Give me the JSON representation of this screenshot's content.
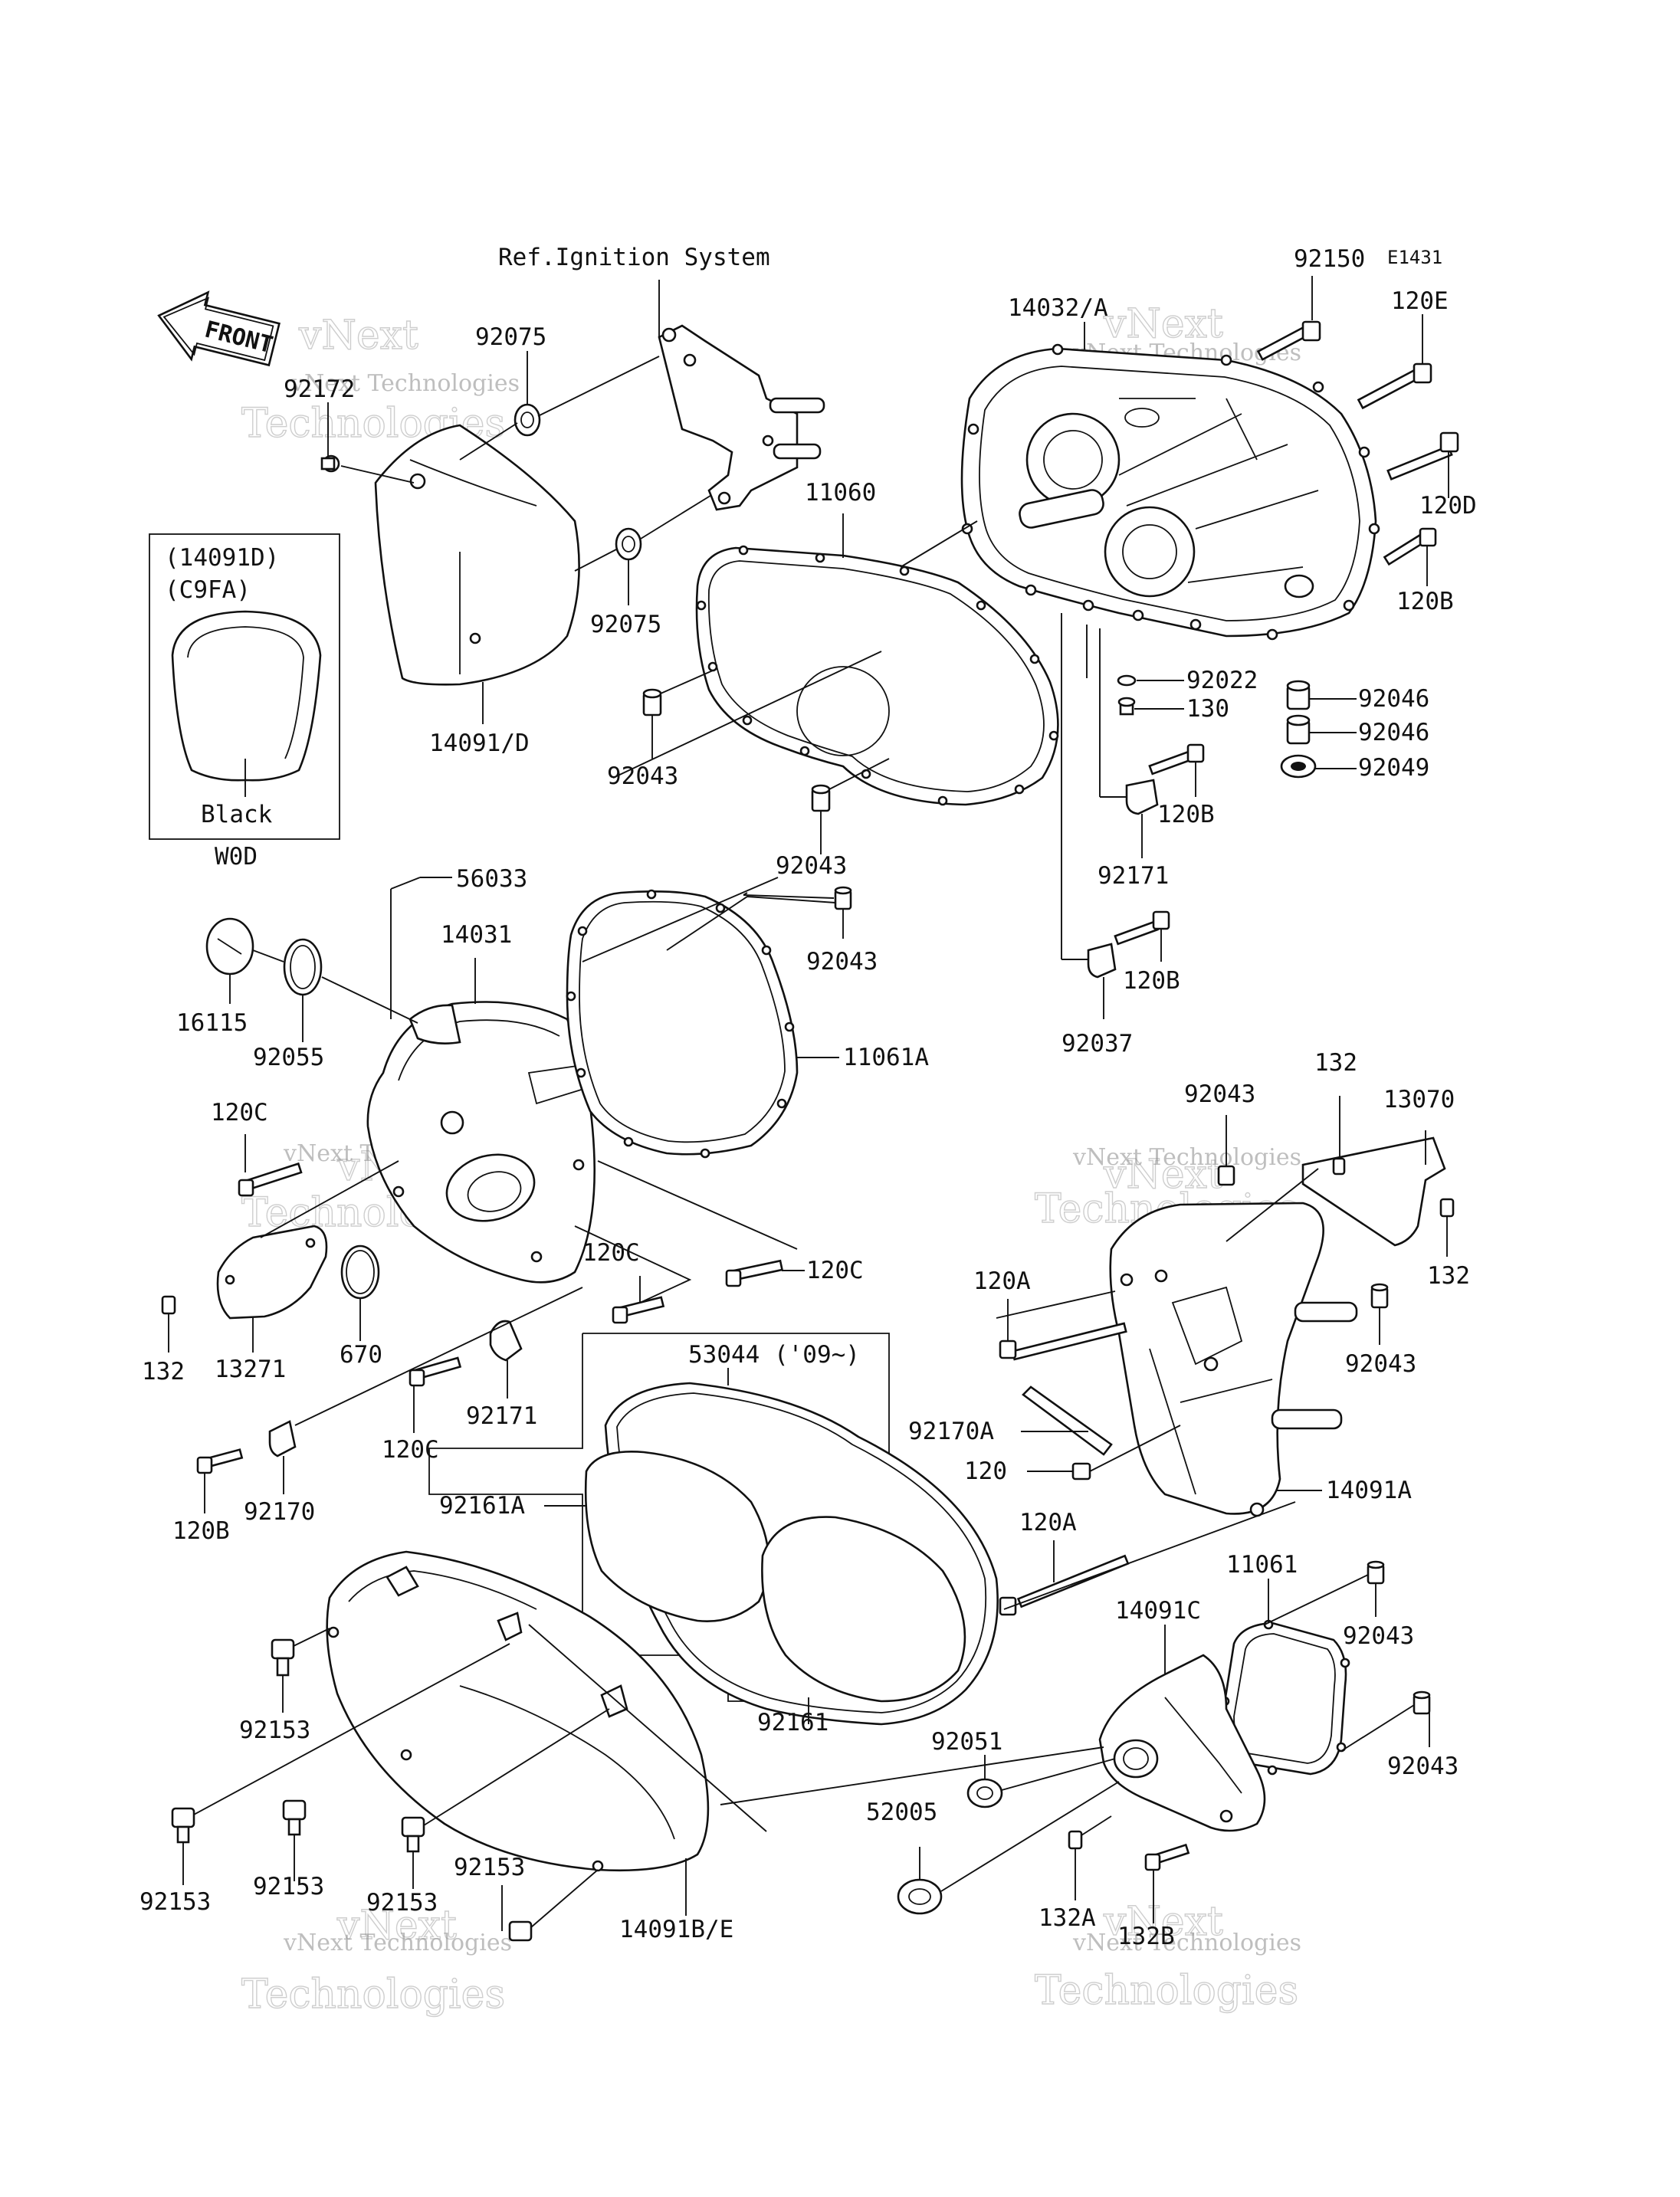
{
  "diagram": {
    "code": "E1431",
    "ref_note": "Ref.Ignition System",
    "front_label": "FRONT",
    "inset": {
      "line1": "(14091D)",
      "line2": "(C9FA)",
      "color_label": "Black",
      "code": "W0D"
    },
    "watermark": {
      "line1": "vNext Technologies",
      "line2": "Technologies",
      "line0": "vNext"
    },
    "labels": [
      {
        "id": "92150",
        "text": "92150"
      },
      {
        "id": "14032A",
        "text": "14032/A"
      },
      {
        "id": "120E",
        "text": "120E"
      },
      {
        "id": "120D",
        "text": "120D"
      },
      {
        "id": "120B_1",
        "text": "120B"
      },
      {
        "id": "92075_1",
        "text": "92075"
      },
      {
        "id": "92172",
        "text": "92172"
      },
      {
        "id": "11060",
        "text": "11060"
      },
      {
        "id": "92075_2",
        "text": "92075"
      },
      {
        "id": "92022",
        "text": "92022"
      },
      {
        "id": "92046_1",
        "text": "92046"
      },
      {
        "id": "130",
        "text": "130"
      },
      {
        "id": "92046_2",
        "text": "92046"
      },
      {
        "id": "92049",
        "text": "92049"
      },
      {
        "id": "14091D",
        "text": "14091/D"
      },
      {
        "id": "92043_1",
        "text": "92043"
      },
      {
        "id": "120B_2",
        "text": "120B"
      },
      {
        "id": "92043_2",
        "text": "92043"
      },
      {
        "id": "92171_1",
        "text": "92171"
      },
      {
        "id": "56033",
        "text": "56033"
      },
      {
        "id": "14031",
        "text": "14031"
      },
      {
        "id": "92043_3",
        "text": "92043"
      },
      {
        "id": "16115",
        "text": "16115"
      },
      {
        "id": "92055",
        "text": "92055"
      },
      {
        "id": "120B_3",
        "text": "120B"
      },
      {
        "id": "92037",
        "text": "92037"
      },
      {
        "id": "11061A",
        "text": "11061A"
      },
      {
        "id": "132_1",
        "text": "132"
      },
      {
        "id": "92043_4",
        "text": "92043"
      },
      {
        "id": "13070",
        "text": "13070"
      },
      {
        "id": "120C_1",
        "text": "120C"
      },
      {
        "id": "132_2",
        "text": "132"
      },
      {
        "id": "120C_2",
        "text": "120C"
      },
      {
        "id": "120C_3",
        "text": "120C"
      },
      {
        "id": "120A_1",
        "text": "120A"
      },
      {
        "id": "132_3",
        "text": "132"
      },
      {
        "id": "13271",
        "text": "13271"
      },
      {
        "id": "670",
        "text": "670"
      },
      {
        "id": "92043_5",
        "text": "92043"
      },
      {
        "id": "53044",
        "text": "53044 ('09~)"
      },
      {
        "id": "120C_4",
        "text": "120C"
      },
      {
        "id": "92171_2",
        "text": "92171"
      },
      {
        "id": "92170A",
        "text": "92170A"
      },
      {
        "id": "120",
        "text": "120"
      },
      {
        "id": "120B_4",
        "text": "120B"
      },
      {
        "id": "92170",
        "text": "92170"
      },
      {
        "id": "92161A",
        "text": "92161A"
      },
      {
        "id": "14091A",
        "text": "14091A"
      },
      {
        "id": "120A_2",
        "text": "120A"
      },
      {
        "id": "11061",
        "text": "11061"
      },
      {
        "id": "14091C",
        "text": "14091C"
      },
      {
        "id": "92043_6",
        "text": "92043"
      },
      {
        "id": "92153_1",
        "text": "92153"
      },
      {
        "id": "92161",
        "text": "92161"
      },
      {
        "id": "92051",
        "text": "92051"
      },
      {
        "id": "92043_7",
        "text": "92043"
      },
      {
        "id": "52005",
        "text": "52005"
      },
      {
        "id": "92153_2",
        "text": "92153"
      },
      {
        "id": "92153_3",
        "text": "92153"
      },
      {
        "id": "92153_4",
        "text": "92153"
      },
      {
        "id": "92153_5",
        "text": "92153"
      },
      {
        "id": "132A",
        "text": "132A"
      },
      {
        "id": "132B",
        "text": "132B"
      },
      {
        "id": "14091BE",
        "text": "14091B/E"
      }
    ]
  }
}
